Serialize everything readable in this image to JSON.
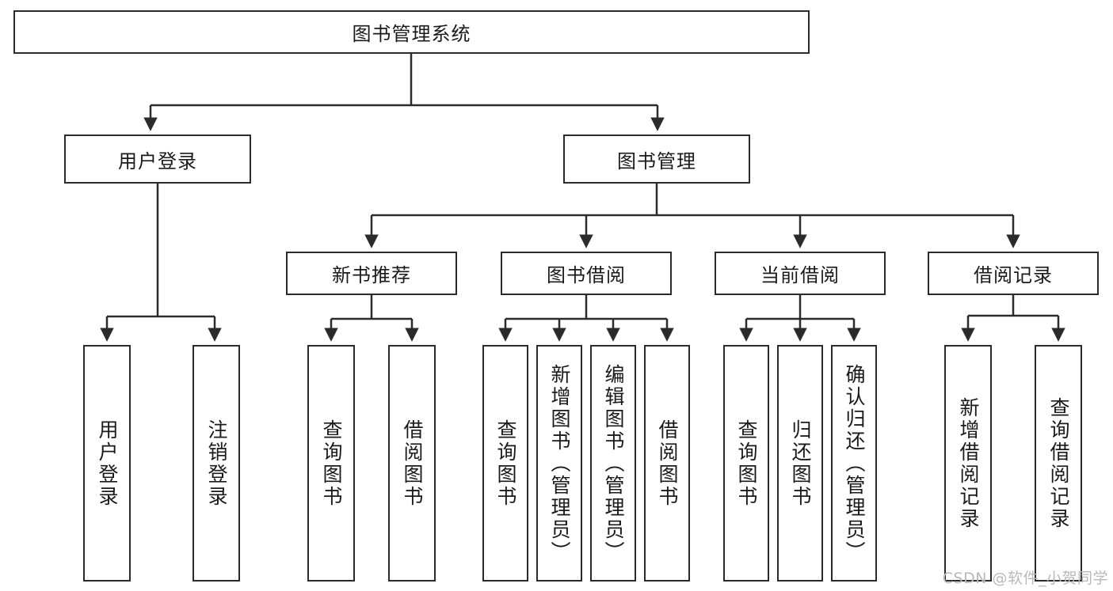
{
  "diagram": {
    "type": "tree",
    "title": "图书管理系统",
    "root": {
      "id": "root",
      "label": "图书管理系统",
      "orientation": "horizontal"
    },
    "level2": [
      {
        "id": "user-login",
        "label": "用户登录",
        "orientation": "horizontal"
      },
      {
        "id": "book-management",
        "label": "图书管理",
        "orientation": "horizontal"
      }
    ],
    "level3": [
      {
        "id": "new-book-recommend",
        "label": "新书推荐",
        "orientation": "horizontal",
        "parent": "book-management"
      },
      {
        "id": "book-borrow",
        "label": "图书借阅",
        "orientation": "horizontal",
        "parent": "book-management"
      },
      {
        "id": "current-borrow",
        "label": "当前借阅",
        "orientation": "horizontal",
        "parent": "book-management"
      },
      {
        "id": "borrow-record",
        "label": "借阅记录",
        "orientation": "horizontal",
        "parent": "book-management"
      }
    ],
    "leaves": [
      {
        "id": "leaf-user-login",
        "label": "用户登录",
        "parent": "user-login",
        "orientation": "vertical"
      },
      {
        "id": "leaf-user-logout",
        "label": "注销登录",
        "parent": "user-login",
        "orientation": "vertical"
      },
      {
        "id": "leaf-query-book-1",
        "label": "查询图书",
        "parent": "new-book-recommend",
        "orientation": "vertical"
      },
      {
        "id": "leaf-borrow-book-1",
        "label": "借阅图书",
        "parent": "new-book-recommend",
        "orientation": "vertical"
      },
      {
        "id": "leaf-query-book-2",
        "label": "查询图书",
        "parent": "book-borrow",
        "orientation": "vertical"
      },
      {
        "id": "leaf-add-book",
        "label": "新增图书（管理员）",
        "parent": "book-borrow",
        "orientation": "vertical"
      },
      {
        "id": "leaf-edit-book",
        "label": "编辑图书（管理员）",
        "parent": "book-borrow",
        "orientation": "vertical"
      },
      {
        "id": "leaf-borrow-book-2",
        "label": "借阅图书",
        "parent": "book-borrow",
        "orientation": "vertical"
      },
      {
        "id": "leaf-query-book-3",
        "label": "查询图书",
        "parent": "current-borrow",
        "orientation": "vertical"
      },
      {
        "id": "leaf-return-book",
        "label": "归还图书",
        "parent": "current-borrow",
        "orientation": "vertical"
      },
      {
        "id": "leaf-confirm-return",
        "label": "确认归还（管理员）",
        "parent": "current-borrow",
        "orientation": "vertical"
      },
      {
        "id": "leaf-add-record",
        "label": "新增借阅记录",
        "parent": "borrow-record",
        "orientation": "vertical"
      },
      {
        "id": "leaf-query-record",
        "label": "查询借阅记录",
        "parent": "borrow-record",
        "orientation": "vertical"
      }
    ]
  },
  "watermark": {
    "text": "CSDN @软件_小贺同学"
  },
  "colors": {
    "stroke": "#2b2b2b",
    "fill": "#ffffff",
    "text": "#1a1a1a",
    "watermark": "#b9b9b9"
  }
}
